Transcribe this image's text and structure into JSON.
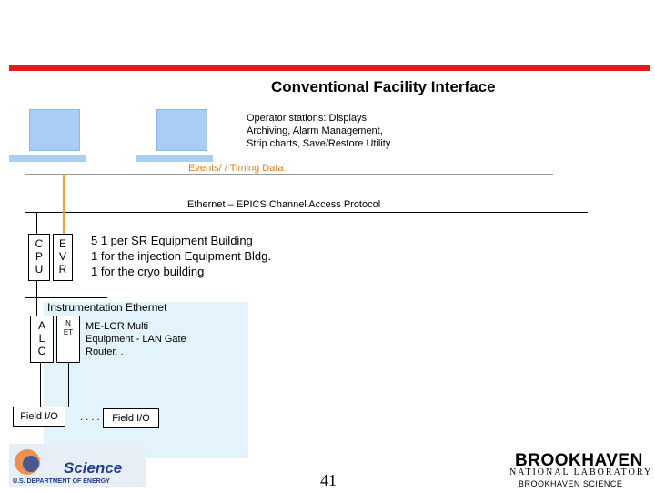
{
  "title": "Conventional Facility Interface",
  "operator_stations": {
    "lines": [
      "Operator stations: Displays,",
      "Archiving, Alarm Management,",
      "Strip charts, Save/Restore Utility"
    ]
  },
  "events_label": "Events/ / Timing Data",
  "ethernet_label": "Ethernet – EPICS Channel Access Protocol",
  "cpu_letters": "C P U",
  "evr_letters": "E V R",
  "buildings": [
    "5 1 per SR Equipment Building",
    "1 for the injection Equipment Bldg.",
    "1 for the cryo building"
  ],
  "instrumentation_label": "Instrumentation Ethernet",
  "alc_letters": "A L C",
  "net_letters": "N ET",
  "melgr": {
    "lines": [
      "ME-LGR Multi",
      "Equipment - LAN Gate",
      "Router. ."
    ]
  },
  "field_io_left": "Field I/O",
  "field_dots": ". . . . .",
  "field_io_right": "Field I/O",
  "page_number": "41",
  "footer": {
    "doe_science": "Science",
    "doe_dept": "U.S. DEPARTMENT OF ENERGY",
    "bnl_name": "BROOKHAVEN",
    "bnl_lab": "NATIONAL LABORATORY",
    "bnl_assoc": "BROOKHAVEN SCIENCE"
  },
  "colors": {
    "accent_red": "#e31b1b",
    "monitor_blue": "#a9cdf5",
    "timing_orange": "#e8a23a",
    "inst_bg": "#e2f3fb"
  }
}
